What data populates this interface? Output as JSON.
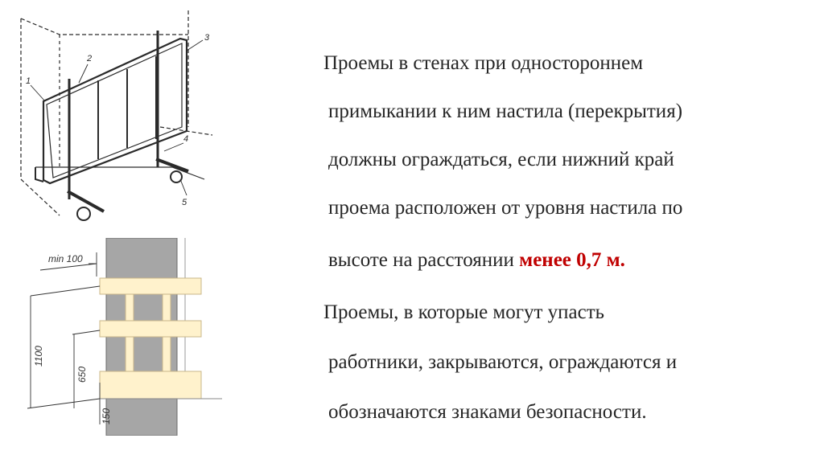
{
  "figure_top": {
    "callouts": [
      "1",
      "2",
      "3",
      "4",
      "5"
    ]
  },
  "figure_bottom": {
    "dimensions": {
      "min": "min 100",
      "total": "1100",
      "mid": "650",
      "bottom": "150"
    },
    "colors": {
      "wall": "#a6a6a6",
      "rail": "#fff2cc",
      "rail_edge": "#c9b78a"
    }
  },
  "paragraph1": {
    "lines": [
      "Проемы в стенах при одностороннем",
      "примыкании к ним настила (перекрытия)",
      "должны ограждаться, если нижний край",
      "проема расположен от уровня настила по"
    ],
    "last_line_prefix": "высоте на расстоянии",
    "emphasis": "менее 0,7 м.",
    "emphasis_color": "#c00000"
  },
  "paragraph2": {
    "lines": [
      "Проемы, в которые могут упасть",
      "работники, закрываются, ограждаются и",
      "обозначаются знаками безопасности."
    ]
  }
}
